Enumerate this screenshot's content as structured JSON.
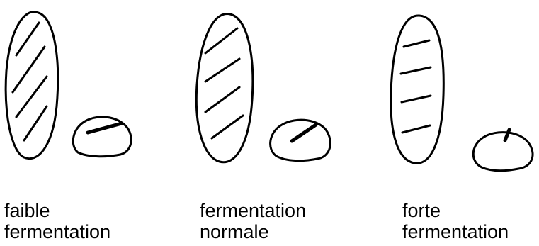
{
  "panels": [
    {
      "id": "faible",
      "caption_line1": "faible",
      "caption_line2": "fermentation"
    },
    {
      "id": "normale",
      "caption_line1": "fermentation",
      "caption_line2": "normale"
    },
    {
      "id": "forte",
      "caption_line1": "forte",
      "caption_line2": "fermentation"
    }
  ],
  "colors": {
    "ink": "#000000",
    "background": "#ffffff"
  }
}
